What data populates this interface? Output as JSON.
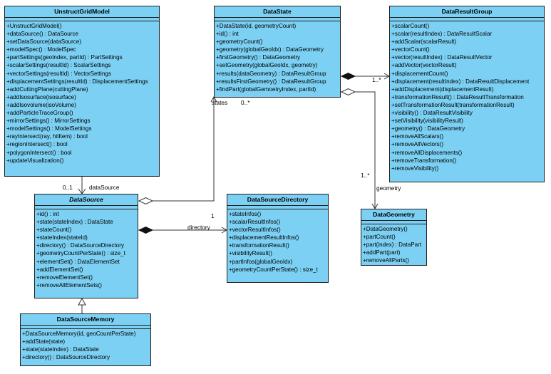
{
  "classes": {
    "unstruct": {
      "name": "UnstructGridModel",
      "ops": [
        "+UnstructGridModel()",
        "+dataSource() : DataSource",
        "+setDataSource(dataSource)",
        "+modelSpec() : ModelSpec",
        "+partSettings(geoIndex, partId) : PartSettings",
        "+scalarSettings(resultId) : ScalarSettings",
        "+vectorSettings(resultId) : VectorSettings",
        "+displacementSettings(resultId) : DisplacementSettings",
        "+addCuttingPlane(cuttingPlane)",
        "+addIsosurface(isosurface)",
        "+addIsovolume(isoVolume)",
        "+addParticleTraceGroup()",
        "+mirrorSettings() : MirrorSettings",
        "+modelSettings() : ModelSettings",
        "+rayIntersect(ray, hitItem) : bool",
        "+regionIntersect() : bool",
        "+polygonIntersect() : bool",
        "+updateVisualization()"
      ]
    },
    "datastate": {
      "name": "DataState",
      "ops": [
        "+DataState(id, geometryCount)",
        "+id() : int",
        "+geometryCount()",
        "+geometry(globalGeoIdx) : DataGeometry",
        "+firstGeometry() : DataGeometry",
        "+setGeometry(globalGeoIdx, geometry)",
        "+results(dataGeometry) : DataResultGroup",
        "+resultsFirstGeometry() : DataResultGroup",
        "+findPart(globalGemoetryIndex, partId)"
      ]
    },
    "resultgroup": {
      "name": "DataResultGroup",
      "ops": [
        "+scalarCount()",
        "+scalar(resultIndex) : DataResultScalar",
        "+addScalar(scalarResult)",
        "+vectorCount()",
        "+vector(resultIndex) : DataResultVector",
        "+addVector(vectorResult)",
        "+displacementCount()",
        "+displacement(resultIndex) : DataResultDisplacement",
        "+addDisplacement(displacementResult)",
        "+transformationResult() : DataResultTransformation",
        "+setTransformationResult(transformationResult)",
        "+visibility() : DataResultVisibility",
        "+setVisibility(visibilityResult)",
        "+geometry() : DataGeometry",
        "+removeAllScalars()",
        "+removeAllVectors()",
        "+removeAllDisplacements()",
        "+removeTransformation()",
        "+removeVisibility()"
      ]
    },
    "datasource": {
      "name": "DataSource",
      "ops": [
        "+id() : int",
        "+state(stateIndex) : DataState",
        "+stateCount()",
        "+stateIndex(stateId)",
        "+directory() : DataSourceDirectory",
        "+geometryCountPerState() : size_t",
        "+elementSet() : DataElementSet",
        "+addElementSet()",
        "+removeElementSet()",
        "+removeAllElementSets()"
      ]
    },
    "directory": {
      "name": "DataSourceDirectory",
      "ops": [
        "+stateInfos()",
        "+scalarResultInfos()",
        "+vectorResultInfos()",
        "+displacementResultInfos()",
        "+transformationResult()",
        "+visibilityResult()",
        "+partInfos(globalGeoIdx)",
        "+geometryCountPerState() : size_t"
      ]
    },
    "geometry": {
      "name": "DataGeometry",
      "ops": [
        "+DataGeometry()",
        "+partCount()",
        "+part(index) : DataPart",
        "+addPart(part)",
        "+removeAllParts()"
      ]
    },
    "memory": {
      "name": "DataSourceMemory",
      "ops": [
        "+DataSourceMemory(id, geoCountPerState)",
        "+addState(state)",
        "+state(stateIndex) : DataState",
        "+directory() : DataSourceDirectory"
      ]
    }
  },
  "labels": {
    "dataSource_mult": "0..1",
    "dataSource_role": "dataSource",
    "states_role": "states",
    "states_mult": "0..*",
    "results_mult": "1..*",
    "geometry_mult": "1..*",
    "geometry_role": "geometry",
    "directory_mult": "1",
    "directory_role": "directory"
  }
}
